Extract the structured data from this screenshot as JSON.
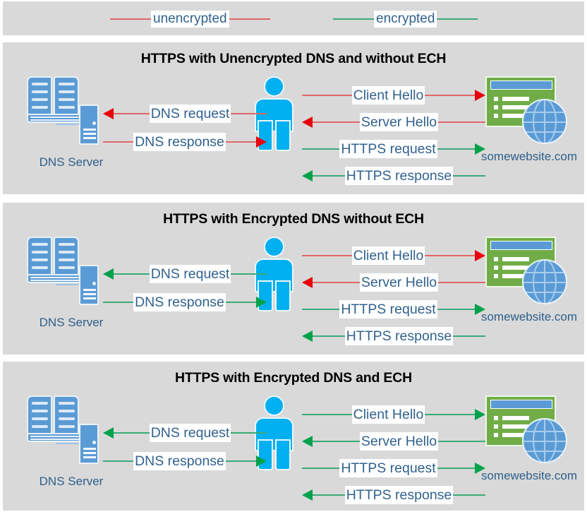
{
  "legend": {
    "items": [
      {
        "key": "unencrypted",
        "label": "unencrypted",
        "color": "#e06666"
      },
      {
        "key": "encrypted",
        "label": "encrypted",
        "color": "#3aaa78"
      }
    ]
  },
  "labels": {
    "dns_server": "DNS Server",
    "website": "somewebsite.com"
  },
  "colors": {
    "panel_background": "#d9d9d9",
    "page_background": "#ffffff",
    "unencrypted_line": "#e06666",
    "unencrypted_head": "#e8000d",
    "encrypted_line": "#3aaa78",
    "encrypted_head": "#00a14b",
    "label_text": "#31628f",
    "caption_text": "#2e5f8a",
    "title_text": "#000000",
    "person": "#00b0f0",
    "server_blue": "#5b9bd5",
    "browser_green": "#70ad47"
  },
  "panels": [
    {
      "title": "HTTPS with Unencrypted DNS and without ECH",
      "dns_flows": [
        {
          "label": "DNS request",
          "direction": "left",
          "encrypted": false
        },
        {
          "label": "DNS response",
          "direction": "right",
          "encrypted": false
        }
      ],
      "web_flows": [
        {
          "label": "Client Hello",
          "direction": "right",
          "encrypted": false
        },
        {
          "label": "Server Hello",
          "direction": "left",
          "encrypted": false
        },
        {
          "label": "HTTPS request",
          "direction": "right",
          "encrypted": true
        },
        {
          "label": "HTTPS response",
          "direction": "left",
          "encrypted": true
        }
      ]
    },
    {
      "title": "HTTPS with Encrypted DNS without ECH",
      "dns_flows": [
        {
          "label": "DNS request",
          "direction": "left",
          "encrypted": true
        },
        {
          "label": "DNS response",
          "direction": "right",
          "encrypted": true
        }
      ],
      "web_flows": [
        {
          "label": "Client Hello",
          "direction": "right",
          "encrypted": false
        },
        {
          "label": "Server Hello",
          "direction": "left",
          "encrypted": false
        },
        {
          "label": "HTTPS request",
          "direction": "right",
          "encrypted": true
        },
        {
          "label": "HTTPS response",
          "direction": "left",
          "encrypted": true
        }
      ]
    },
    {
      "title": "HTTPS with Encrypted DNS and ECH",
      "dns_flows": [
        {
          "label": "DNS request",
          "direction": "left",
          "encrypted": true
        },
        {
          "label": "DNS response",
          "direction": "right",
          "encrypted": true
        }
      ],
      "web_flows": [
        {
          "label": "Client Hello",
          "direction": "right",
          "encrypted": true
        },
        {
          "label": "Server Hello",
          "direction": "left",
          "encrypted": true
        },
        {
          "label": "HTTPS request",
          "direction": "right",
          "encrypted": true
        },
        {
          "label": "HTTPS response",
          "direction": "left",
          "encrypted": true
        }
      ]
    }
  ]
}
